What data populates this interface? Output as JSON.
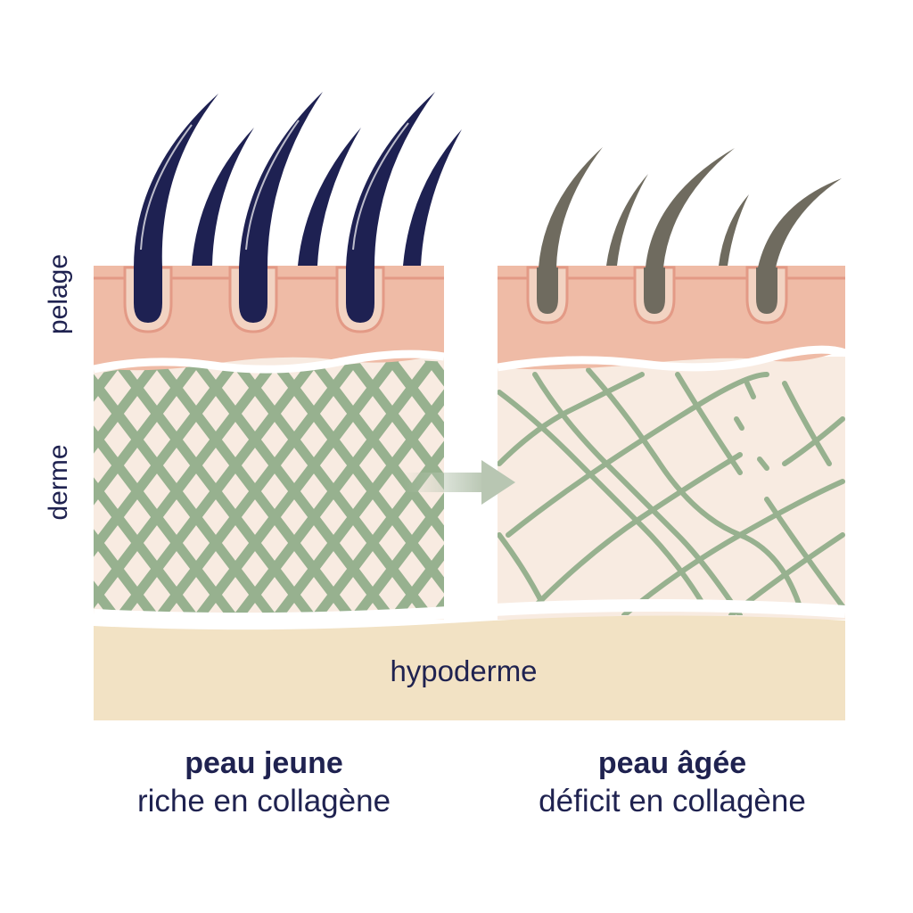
{
  "layers": {
    "pelage": "pelage",
    "derme": "derme",
    "hypoderme": "hypoderme"
  },
  "panels": {
    "young": {
      "title": "peau jeune",
      "subtitle": "riche en collagène",
      "hair_count": 6,
      "follicle_count": 3,
      "collagen_state": "dense-intact"
    },
    "aged": {
      "title": "peau âgée",
      "subtitle": "déficit en collagène",
      "hair_count": 5,
      "follicle_count": 3,
      "collagen_state": "sparse-fragmented"
    }
  },
  "colors": {
    "epidermis": "#efbba6",
    "epidermis_edge": "#e39a86",
    "dermis": "#f8ebe1",
    "collagen": "#97b18f",
    "hypodermis": "#f2e2c4",
    "young_hair": "#1e2152",
    "aged_hair": "#6f6b5f",
    "text": "#1f2250",
    "arrow": "#b8c6b2"
  }
}
